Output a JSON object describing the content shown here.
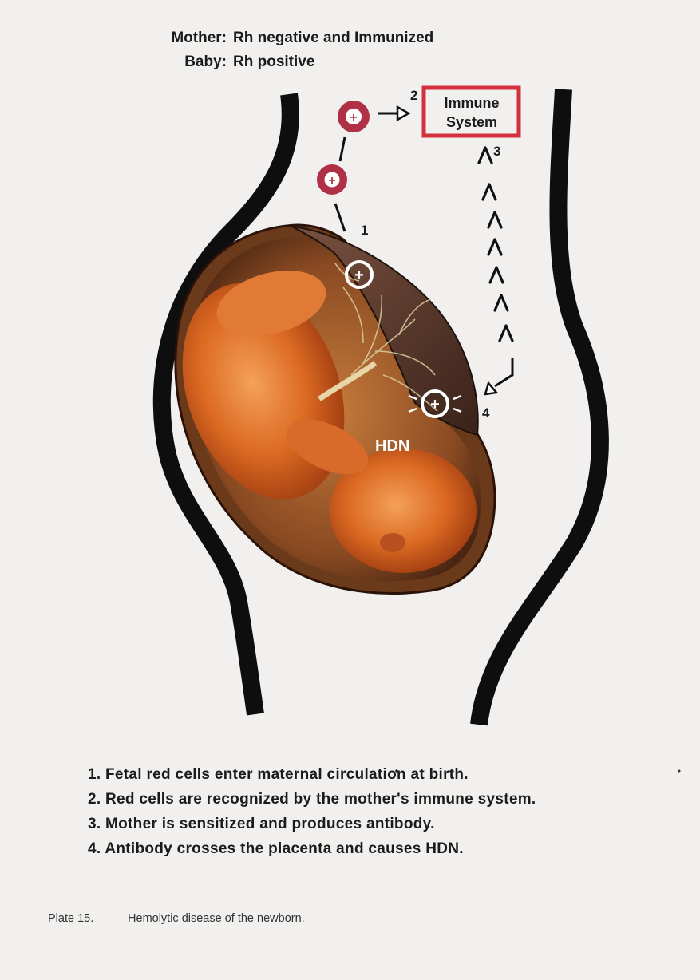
{
  "header": {
    "mother_label": "Mother:",
    "mother_value": "Rh negative and Immunized",
    "baby_label": "Baby:",
    "baby_value": "Rh positive"
  },
  "diagram": {
    "immune_box_line1": "Immune",
    "immune_box_line2": "System",
    "marker_1": "1",
    "marker_2": "2",
    "marker_3": "3",
    "marker_4": "4",
    "hdn_label": "HDN",
    "cell_symbol": "+",
    "colors": {
      "rbc_red": "#b03045",
      "box_red": "#d2303c",
      "outline": "#0e0e0e",
      "fetus_orange": "#d8641e"
    }
  },
  "steps": [
    "1. Fetal red cells enter maternal circulation at birth.",
    "2. Red cells are recognized by the mother's immune system.",
    "3. Mother is sensitized and produces antibody.",
    "4. Antibody crosses the placenta and causes HDN."
  ],
  "caption": {
    "plate": "Plate 15.",
    "text": "Hemolytic disease of the newborn."
  }
}
